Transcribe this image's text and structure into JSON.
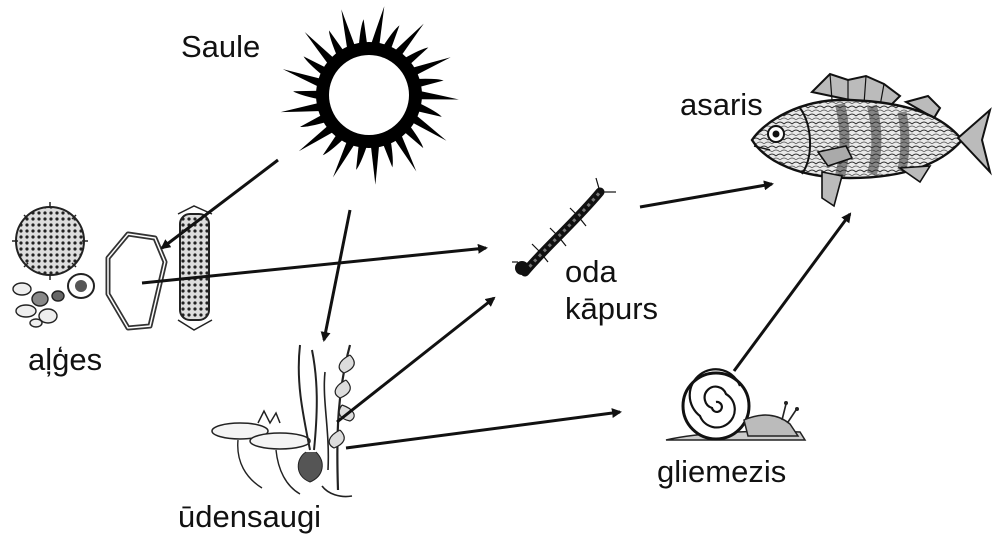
{
  "diagram": {
    "nodes": [
      {
        "id": "sun",
        "label": "Saule",
        "icon": "sun-icon"
      },
      {
        "id": "algae",
        "label": "aļģes",
        "icon": "algae-icon"
      },
      {
        "id": "plants",
        "label": "ūdensaugi",
        "icon": "water-plants-icon"
      },
      {
        "id": "larva",
        "label_lines": [
          "oda",
          "kāpurs"
        ],
        "icon": "mosquito-larva-icon"
      },
      {
        "id": "snail",
        "label": "gliemezis",
        "icon": "snail-icon"
      },
      {
        "id": "perch",
        "label": "asaris",
        "icon": "perch-fish-icon"
      }
    ],
    "edges": [
      {
        "from": "sun",
        "to": "algae"
      },
      {
        "from": "sun",
        "to": "plants"
      },
      {
        "from": "algae",
        "to": "larva"
      },
      {
        "from": "plants",
        "to": "larva"
      },
      {
        "from": "plants",
        "to": "snail"
      },
      {
        "from": "larva",
        "to": "perch"
      },
      {
        "from": "snail",
        "to": "perch"
      }
    ],
    "colors": {
      "ink": "#111111",
      "background": "#ffffff"
    }
  }
}
